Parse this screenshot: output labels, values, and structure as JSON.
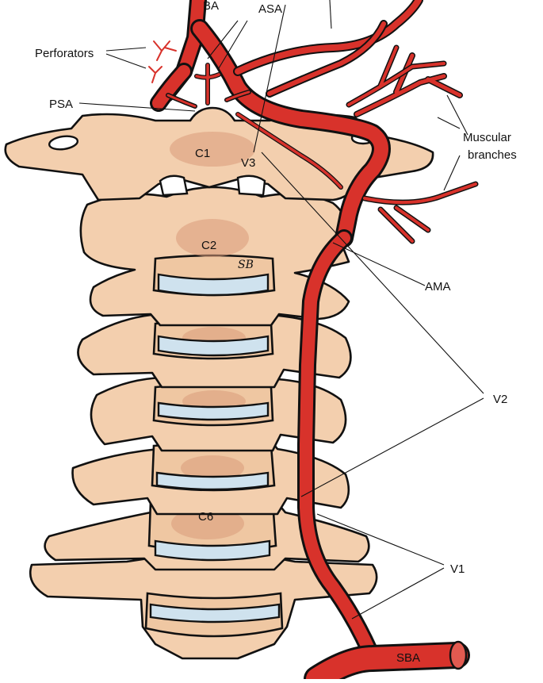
{
  "labels": {
    "ba": "BA",
    "asa": "ASA",
    "perforators": "Perforators",
    "psa": "PSA",
    "c1": "C1",
    "v3": "V3",
    "c2": "C2",
    "c6": "C6",
    "muscular_line1": "Muscular",
    "muscular_line2": "branches",
    "ama": "AMA",
    "v2": "V2",
    "v1": "V1",
    "sba": "SBA"
  },
  "signature": "SB",
  "colors": {
    "artery": "#d8322b",
    "bone": "#f3cfae",
    "bone_shade": "#d99a7a",
    "disc": "#cfe2ee",
    "outline": "#111111"
  }
}
